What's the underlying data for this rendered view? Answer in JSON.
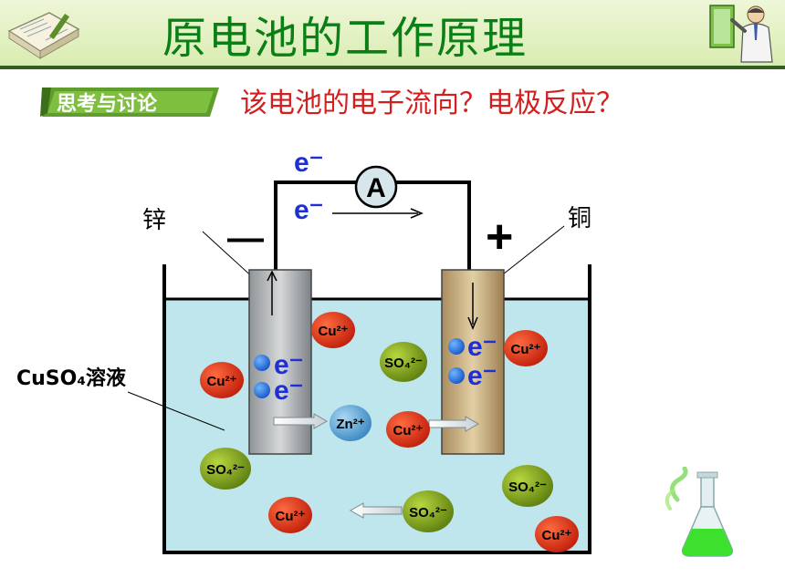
{
  "title": "原电池的工作原理",
  "tag_label": "思考与讨论",
  "question": "该电池的电子流向？电极反应？",
  "labels": {
    "zinc": "锌",
    "copper": "铜",
    "minus": "—",
    "plus": "+",
    "solution": "CuSO₄溶液",
    "ammeter": "A",
    "electron": "e⁻"
  },
  "ions": [
    {
      "text": "Cu²⁺",
      "kind": "cu"
    },
    {
      "text": "Cu²⁺",
      "kind": "cu"
    },
    {
      "text": "Cu²⁺",
      "kind": "cu"
    },
    {
      "text": "Cu²⁺",
      "kind": "cu"
    },
    {
      "text": "Cu²⁺",
      "kind": "cu"
    },
    {
      "text": "Cu²⁺",
      "kind": "cu"
    },
    {
      "text": "SO₄²⁻",
      "kind": "so4"
    },
    {
      "text": "SO₄²⁻",
      "kind": "so4"
    },
    {
      "text": "SO₄²⁻",
      "kind": "so4"
    },
    {
      "text": "SO₄²⁻",
      "kind": "so4"
    },
    {
      "text": "Zn²⁺",
      "kind": "zn"
    }
  ],
  "colors": {
    "title": "#0a7f16",
    "question": "#d41f1f",
    "electron": "#1f2fd6",
    "cu_ion": "#d62a12",
    "so4_ion": "#7a9c12",
    "zn_ion": "#59a6d8",
    "solution": "#bfe6ec"
  },
  "icons": [
    "notebook-icon",
    "teacher-icon",
    "flask-icon"
  ]
}
